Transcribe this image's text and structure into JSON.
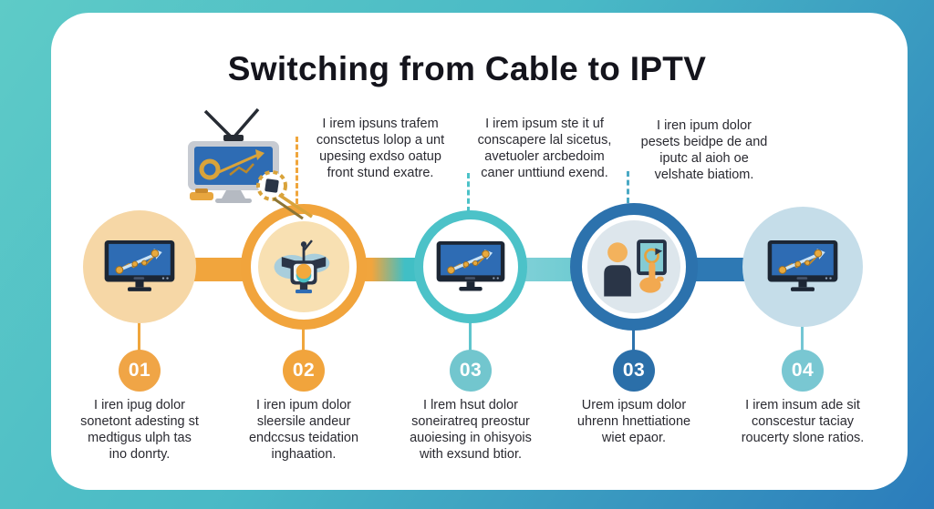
{
  "title": "Switching from Cable to IPTV",
  "palette": {
    "frame_teal": "#5ecbc7",
    "frame_blue": "#2b7cbb",
    "orange": "#f1a43c",
    "light_orange": "#f6d7a6",
    "teal": "#4cc2c8",
    "dark_blue": "#2c72ad",
    "pale_blue": "#c5dde9",
    "text": "#2a2a31"
  },
  "top_notes": [
    {
      "lines": [
        "I irem ipsuns trafem",
        "consctetus lolop a unt",
        "upesing exdso oatup",
        "front stund exatre."
      ]
    },
    {
      "lines": [
        "I irem ipsum ste it uf",
        "conscapere lal sicetus,",
        "avetuoler arcbedoim",
        "caner unttiund exend."
      ]
    },
    {
      "lines": [
        "I iren ipum dolor",
        "pesets beidpe de and",
        "iputc al aioh oe",
        "velshate biatiom."
      ]
    }
  ],
  "steps": [
    {
      "number": "01",
      "icon": "monitor-trend-chart-icon",
      "accent": "#f0a546",
      "lines": [
        "I iren ipug dolor",
        "sonetont adesting st",
        "medtigus ulph tas",
        "ino donrty."
      ]
    },
    {
      "number": "02",
      "icon": "iptv-projector-icon",
      "accent": "#f1a43c",
      "lines": [
        "I iren ipum dolor",
        "sleersile andeur",
        "endccsus teidation",
        "inghaation."
      ]
    },
    {
      "number": "03",
      "icon": "monitor-trend-chart-icon",
      "accent": "#72c6ce",
      "lines": [
        "I lrem hsut dolor",
        "soneiratreq preostur",
        "auoiesing in ohisyois",
        "with exsund btior."
      ]
    },
    {
      "number": "03",
      "icon": "user-tablet-icon",
      "accent": "#2b6fa9",
      "lines": [
        "Urem ipsum dolor",
        "uhrenn hnettiatione",
        "wiet epaor."
      ]
    },
    {
      "number": "04",
      "icon": "monitor-trend-chart-icon",
      "accent": "#79c7d2",
      "lines": [
        "I irem insum ade sit",
        "conscestur taciay",
        "roucerty slone ratios."
      ]
    }
  ]
}
